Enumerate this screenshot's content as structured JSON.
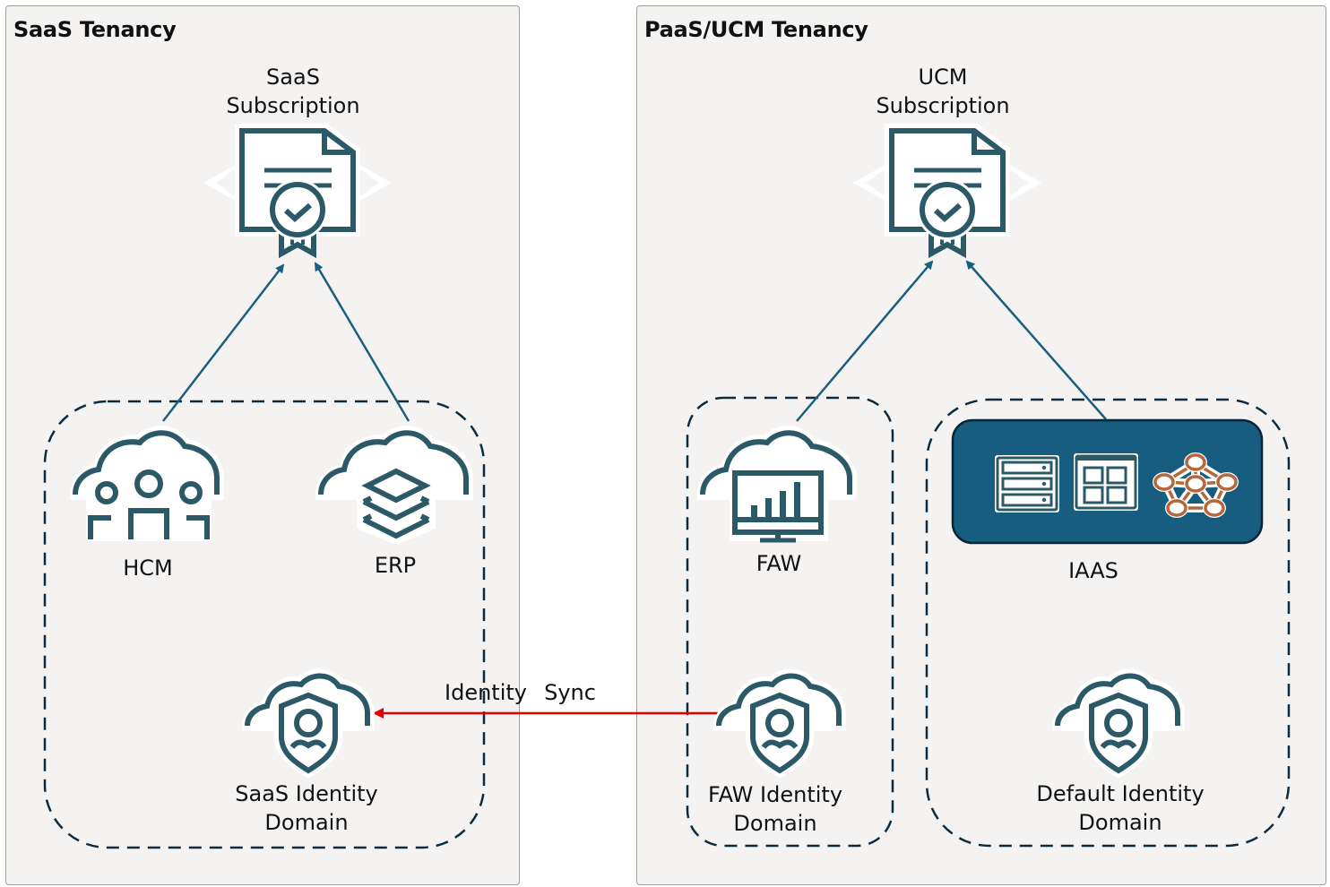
{
  "tenancies": {
    "saas": {
      "title": "SaaS Tenancy"
    },
    "paas": {
      "title": "PaaS/UCM Tenancy"
    }
  },
  "subscriptions": {
    "saas": {
      "line1": "SaaS",
      "line2": "Subscription",
      "icon": "certificate-icon"
    },
    "ucm": {
      "line1": "UCM",
      "line2": "Subscription",
      "icon": "certificate-icon"
    }
  },
  "services": {
    "hcm": {
      "label": "HCM",
      "icon": "cloud-users-icon"
    },
    "erp": {
      "label": "ERP",
      "icon": "cloud-layers-icon"
    },
    "faw": {
      "label": "FAW",
      "icon": "cloud-monitor-chart-icon"
    },
    "iaas": {
      "label": "IAAS",
      "icons": [
        "server-icon",
        "dashboard-grid-icon",
        "network-nodes-icon"
      ]
    }
  },
  "identity_domains": {
    "saas": {
      "line1": "SaaS Identity",
      "line2": "Domain",
      "icon": "cloud-shield-user-icon"
    },
    "faw": {
      "line1": "FAW Identity",
      "line2": "Domain",
      "icon": "cloud-shield-user-icon"
    },
    "default": {
      "line1": "Default Identity",
      "line2": "Domain",
      "icon": "cloud-shield-user-icon"
    }
  },
  "connectors": {
    "identity_sync": {
      "label_left": "Identity",
      "label_right": "Sync",
      "color": "#e60000",
      "from": "FAW Identity Domain",
      "to": "SaaS Identity Domain"
    },
    "subscription_links": [
      {
        "from": "HCM",
        "to": "SaaS Subscription"
      },
      {
        "from": "ERP",
        "to": "SaaS Subscription"
      },
      {
        "from": "FAW",
        "to": "UCM Subscription"
      },
      {
        "from": "IAAS",
        "to": "UCM Subscription"
      }
    ]
  },
  "colors": {
    "icon_stroke": "#2c5967",
    "arrow": "#1a5e80",
    "dashed_border": "#0d2b3e",
    "iaas_fill": "#165d80",
    "network_accent": "#b5673a",
    "tenancy_bg": "#f4f3f2"
  }
}
